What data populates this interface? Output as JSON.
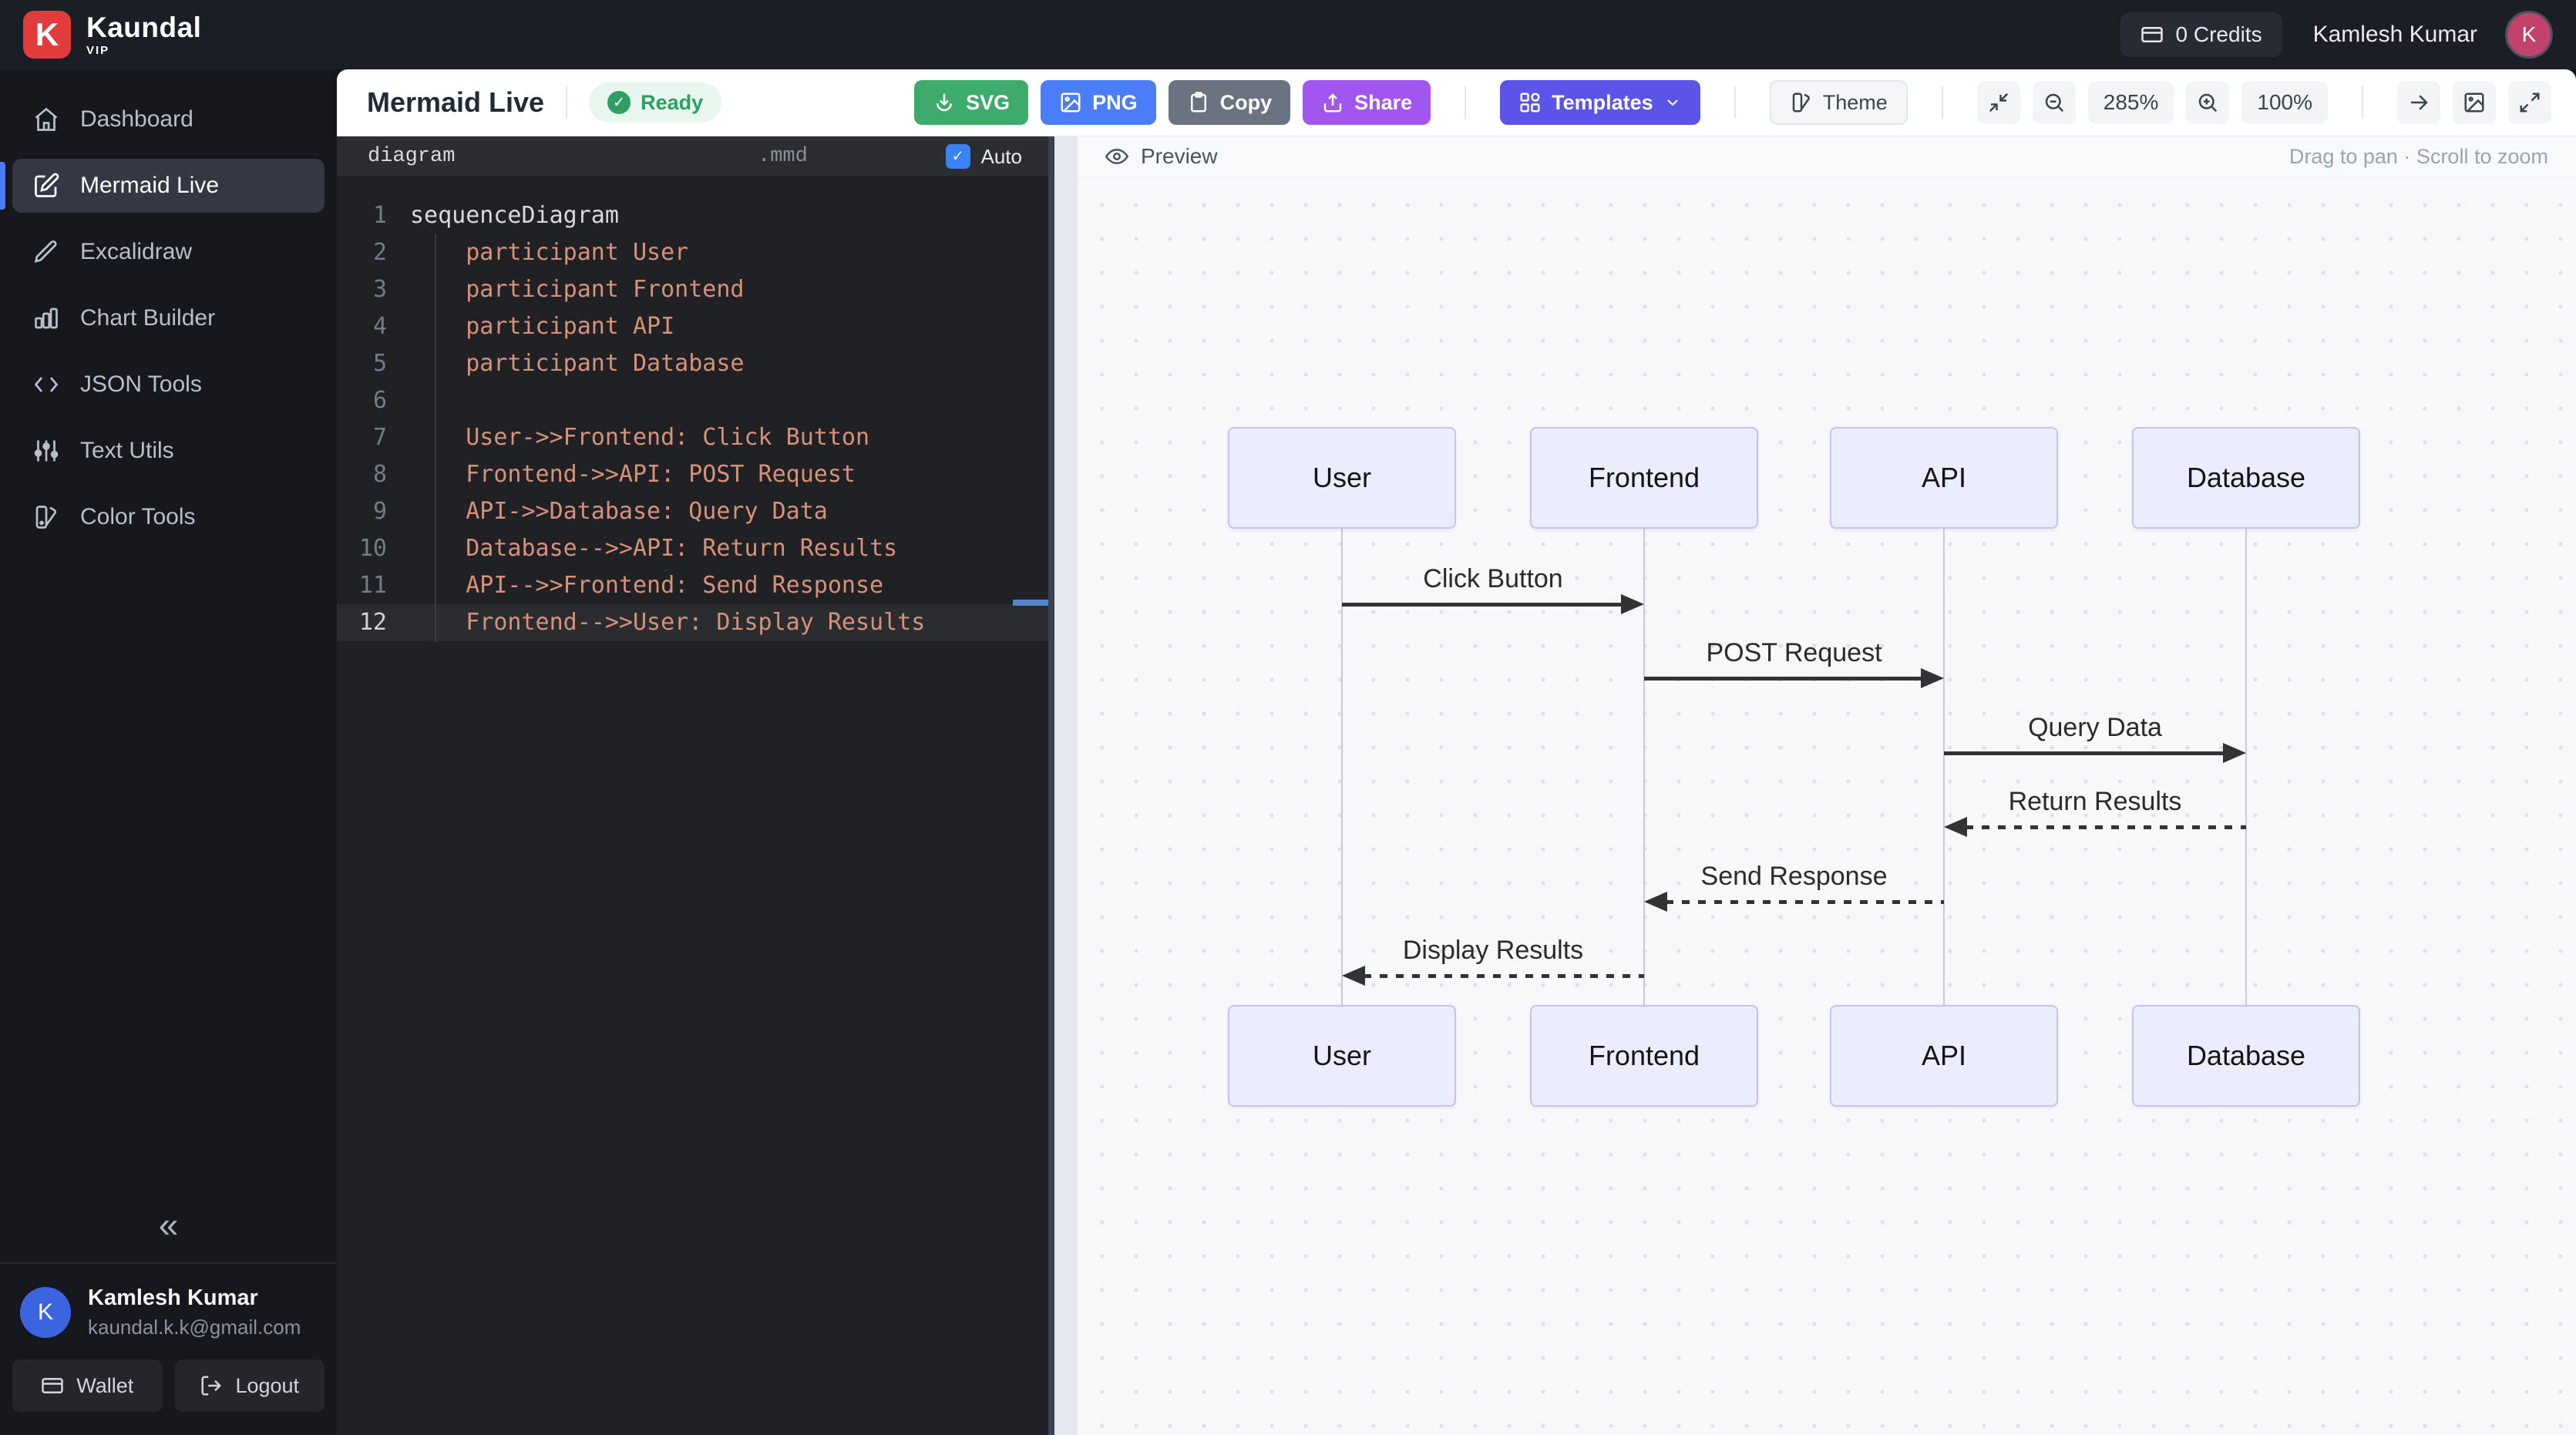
{
  "colors": {
    "accent_blue": "#4b7bf5",
    "btn_svg_green": "#3cab6b",
    "btn_png_blue": "#4c7df8",
    "btn_copy_gray": "#6b7280",
    "btn_share_purple": "#a156f0",
    "btn_templates_indigo": "#5b54e8",
    "ready_green": "#2f9e63",
    "avatar_pink": "#c2426b",
    "avatar_blue": "#3c64e0",
    "code_string_salmon": "#d79179",
    "diagram_box_fill": "#ececff",
    "diagram_box_border": "#c8c2ee"
  },
  "topbar": {
    "brand": "Kaundal",
    "brand_sub": "VIP",
    "brand_initial": "K",
    "credits": "0 Credits",
    "user_name": "Kamlesh Kumar",
    "avatar_initial": "K"
  },
  "sidebar": {
    "items": [
      {
        "label": "Dashboard",
        "icon": "home-icon",
        "active": false
      },
      {
        "label": "Mermaid Live",
        "icon": "edit-square-icon",
        "active": true
      },
      {
        "label": "Excalidraw",
        "icon": "pencil-icon",
        "active": false
      },
      {
        "label": "Chart Builder",
        "icon": "bar-chart-icon",
        "active": false
      },
      {
        "label": "JSON Tools",
        "icon": "code-icon",
        "active": false
      },
      {
        "label": "Text Utils",
        "icon": "sliders-icon",
        "active": false
      },
      {
        "label": "Color Tools",
        "icon": "palette-icon",
        "active": false
      }
    ],
    "collapse_glyph": "«",
    "user": {
      "name": "Kamlesh Kumar",
      "email": "kaundal.k.k@gmail.com",
      "initial": "K"
    },
    "wallet_label": "Wallet",
    "logout_label": "Logout"
  },
  "header": {
    "title": "Mermaid Live",
    "status": "Ready",
    "check_glyph": "✓",
    "svg_label": "SVG",
    "png_label": "PNG",
    "copy_label": "Copy",
    "share_label": "Share",
    "templates_label": "Templates",
    "theme_label": "Theme",
    "zoom_level": "285%",
    "export_scale": "100%"
  },
  "editor": {
    "tab_name": "diagram",
    "file_ext": ".mmd",
    "auto_label": "Auto",
    "auto_checked": true,
    "lines": [
      {
        "n": "1",
        "text": "sequenceDiagram",
        "tone": "kw",
        "active": false
      },
      {
        "n": "2",
        "text": "    participant User",
        "tone": "str",
        "active": false
      },
      {
        "n": "3",
        "text": "    participant Frontend",
        "tone": "str",
        "active": false
      },
      {
        "n": "4",
        "text": "    participant API",
        "tone": "str",
        "active": false
      },
      {
        "n": "5",
        "text": "    participant Database",
        "tone": "str",
        "active": false
      },
      {
        "n": "6",
        "text": "",
        "tone": "str",
        "active": false
      },
      {
        "n": "7",
        "text": "    User->>Frontend: Click Button",
        "tone": "str",
        "active": false
      },
      {
        "n": "8",
        "text": "    Frontend->>API: POST Request",
        "tone": "str",
        "active": false
      },
      {
        "n": "9",
        "text": "    API->>Database: Query Data",
        "tone": "str",
        "active": false
      },
      {
        "n": "10",
        "text": "    Database-->>API: Return Results",
        "tone": "str",
        "active": false
      },
      {
        "n": "11",
        "text": "    API-->>Frontend: Send Response",
        "tone": "str",
        "active": false
      },
      {
        "n": "12",
        "text": "    Frontend-->>User: Display Results",
        "tone": "str",
        "active": true
      }
    ]
  },
  "preview": {
    "label": "Preview",
    "hint": "Drag to pan · Scroll to zoom"
  },
  "diagram": {
    "type": "sequence",
    "participants": [
      "User",
      "Frontend",
      "API",
      "Database"
    ],
    "messages": [
      {
        "label": "Click Button",
        "from": 0,
        "to": 1,
        "line": "solid"
      },
      {
        "label": "POST Request",
        "from": 1,
        "to": 2,
        "line": "solid"
      },
      {
        "label": "Query Data",
        "from": 2,
        "to": 3,
        "line": "solid"
      },
      {
        "label": "Return Results",
        "from": 3,
        "to": 2,
        "line": "dotted"
      },
      {
        "label": "Send Response",
        "from": 2,
        "to": 1,
        "line": "dotted"
      },
      {
        "label": "Display Results",
        "from": 1,
        "to": 0,
        "line": "dotted"
      }
    ]
  }
}
